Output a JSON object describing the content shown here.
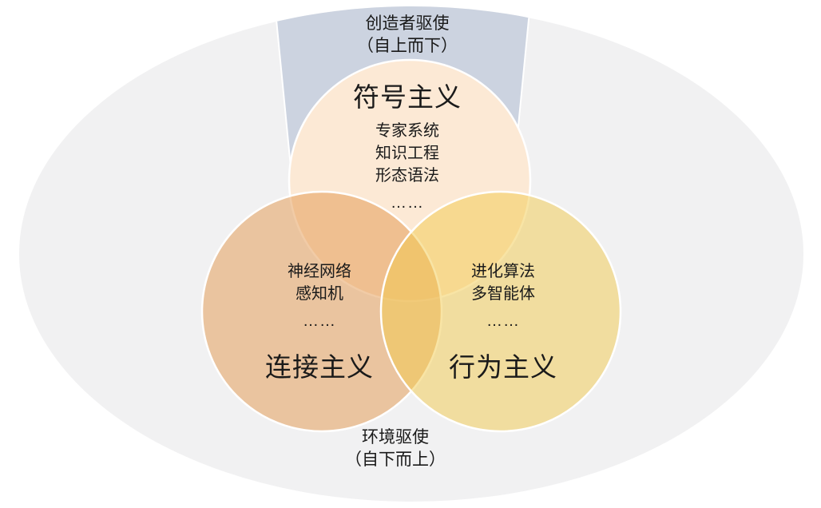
{
  "banners": {
    "top": {
      "line1": "创造者驱使",
      "line2": "（自上而下）"
    },
    "bottom": {
      "line1": "环境驱使",
      "line2": "（自下而上）"
    }
  },
  "circles": {
    "symbolism": {
      "title": "符号主义",
      "items": [
        "专家系统",
        "知识工程",
        "形态语法",
        "……"
      ]
    },
    "connectionism": {
      "title": "连接主义",
      "items": [
        "神经网络",
        "感知机",
        "……"
      ]
    },
    "behaviorism": {
      "title": "行为主义",
      "items": [
        "进化算法",
        "多智能体",
        "……"
      ]
    }
  },
  "colors": {
    "page_bg": "#FFFFFF",
    "outer_ellipse": "#F1F1F2",
    "top_wedge": "#CCD3E0",
    "symbolism_fill": "#FCE9D5",
    "connectionism_fill": "rgba(226,144,66,0.47)",
    "behaviorism_fill": "rgba(242,201,76,0.50)",
    "circle_outline": "#FFFFFF",
    "text": "#1A1A1A"
  }
}
